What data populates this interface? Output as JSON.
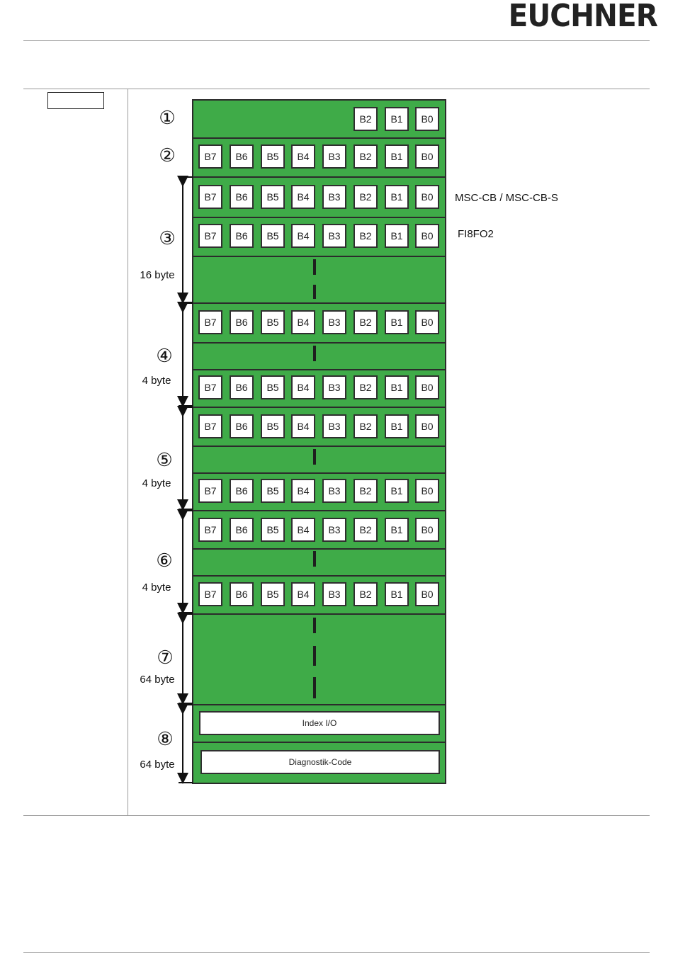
{
  "header": {
    "logo_text": "EUCHNER"
  },
  "diagram": {
    "bits_full": [
      "B7",
      "B6",
      "B5",
      "B4",
      "B3",
      "B2",
      "B1",
      "B0"
    ],
    "bits_row1": [
      "B2",
      "B1",
      "B0"
    ],
    "section_numbers": [
      "①",
      "②",
      "③",
      "④",
      "⑤",
      "⑥",
      "⑦",
      "⑧"
    ],
    "sizes": {
      "s3": "16 byte",
      "s4": "4 byte",
      "s5": "4 byte",
      "s6": "4 byte",
      "s7": "64 byte",
      "s8": "64 byte"
    },
    "side_labels": {
      "msc": "MSC-CB / MSC-CB-S",
      "fi8fo2": "FI8FO2"
    },
    "fields": {
      "index_io": "Index I/O",
      "diag": "Diagnostik-Code"
    }
  }
}
